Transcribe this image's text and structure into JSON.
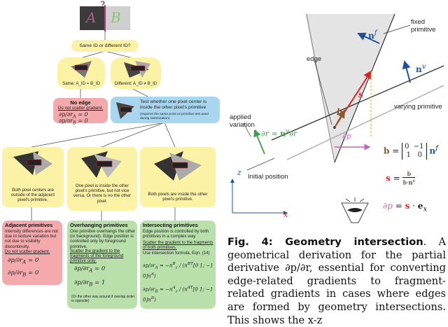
{
  "flowchart": {
    "top_letters": {
      "a": "A",
      "b": "B",
      "question": "?"
    },
    "q_same_or_different": "Same ID or different ID?",
    "same_label": "Same: A_ID = B_ID",
    "different_label": "Different: A_ID ≠ B_ID",
    "no_edge": {
      "title": "No edge",
      "note": "Do not scatter gradient.",
      "eq1": "∂p/∂r_A = 0",
      "eq2": "∂p/∂r_B = 0"
    },
    "test_box": {
      "text": "Test whether one pixel center is inside the other pixel's primitive",
      "note": "(requires the same point vs primitive test used during rasterization)"
    },
    "case_adjacent_desc": "Both pixel centers are outside of the adjacent pixel's primitive.",
    "case_overhang_desc": "One pixel is inside the other pixel's primitive, but not vice versa. Or there is no the other pixel.",
    "case_intersect_desc": "Both pixels are inside the other pixel's primitive.",
    "adjacent": {
      "title": "Adjacent primitives",
      "body": "Intensity differences are not due to texture variation but not due to visibility discontinuity.",
      "note": "Do not scatter gradient.",
      "eq1": "∂p/∂r_A = 0",
      "eq2": "∂p/∂r_B = 0"
    },
    "overhang": {
      "title": "Overhanging primitives",
      "body": "One primitive overhangs the other (or background). Edge position is controlled only by foreground primitive.",
      "note": "Scatter the gradient to the fragments of the foreground primitive only:",
      "eq1": "∂p/∂r_A = 0",
      "eq2": "∂p/∂r_B = 1",
      "foot": "(Or the other way around if overlap order is opposite)"
    },
    "intersect": {
      "title": "Intersecting primitives",
      "body": "Edge position is controlled by both primitives in a complex way.",
      "note": "Scatter the gradient to the fragments of both primitives.",
      "foot": "Use intersection formula, Eqn. (14)"
    }
  },
  "diagram": {
    "fixed_primitive": "fixed primitive",
    "edge": "edge",
    "applied_variation": "applied variation",
    "varying_primitive": "varying primitive",
    "initial_position": "Initial position",
    "axis_z": "z",
    "axis_x": "x",
    "n_f": "n",
    "n_v": "n",
    "s": "s",
    "b": "b",
    "dp": "∂p",
    "dr_eq": "∂r = n^v ∂r",
    "formula_b": "b = [0 −1; 1 0] n^f",
    "formula_s": "s = b / (b·n^v)",
    "formula_dp": "∂p = s · e_x"
  },
  "caption": {
    "label": "Fig. 4: Geometry intersection",
    "text": ". A geometrical derivation for the partial derivative ∂p/∂r, essential for converting edge-related gradients to fragment-related gradients in cases where edges are formed by geometry intersections. This shows the x-z"
  },
  "colors": {
    "yellow": "#fbf2a6",
    "pink": "#f4a9ad",
    "blue": "#a9d6ef",
    "green": "#b9dfab",
    "n_arrow": "#1f4f9a",
    "s_arrow": "#d6262a",
    "b_arrow": "#8a5a2b",
    "dr_arrow": "#3aa14a",
    "dp_arrow": "#c85fc0"
  }
}
